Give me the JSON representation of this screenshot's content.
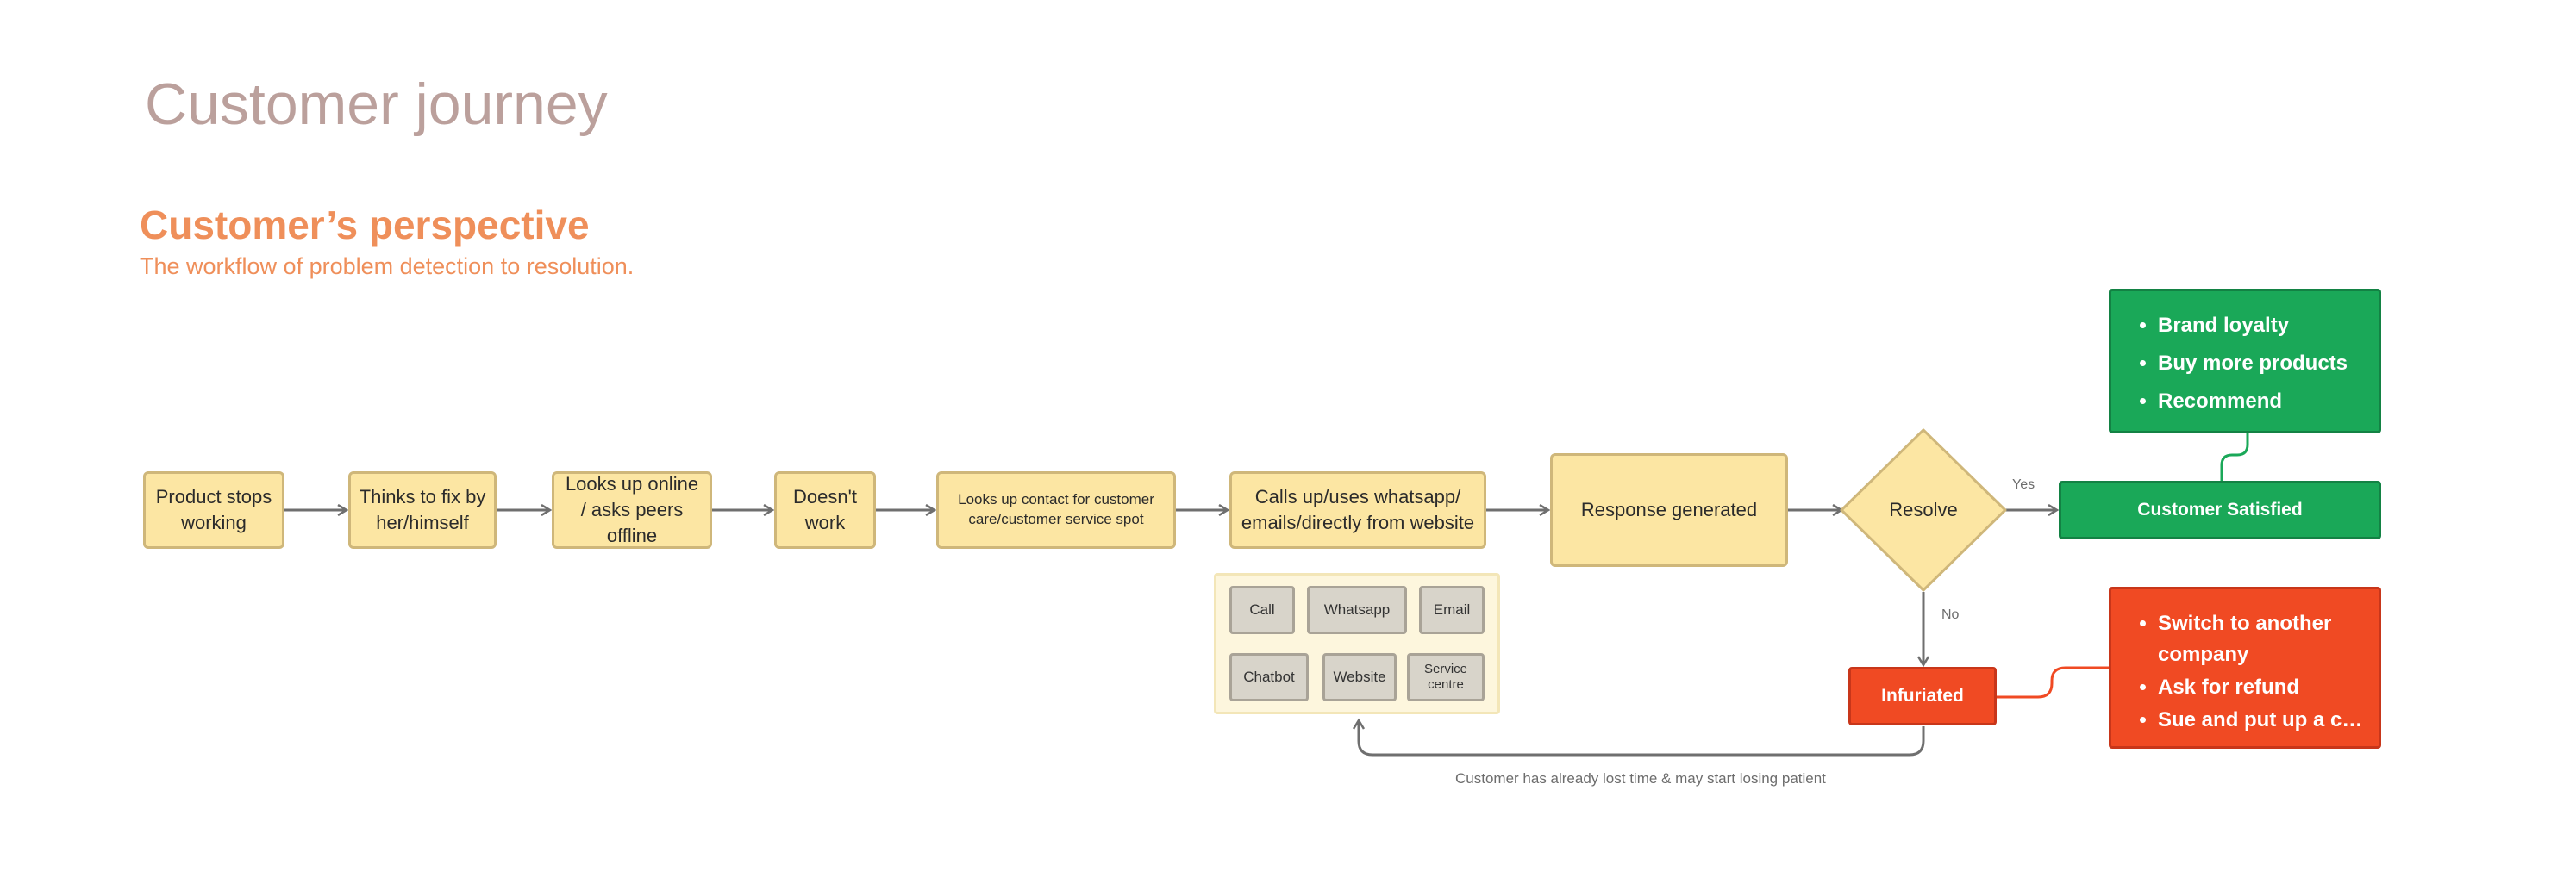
{
  "page": {
    "title": "Customer journey"
  },
  "section": {
    "title": "Customer’s perspective",
    "subtitle": "The workflow of problem detection to resolution."
  },
  "flow": {
    "step1": "Product stops working",
    "step2": "Thinks to fix by her/himself",
    "step3": "Looks up online / asks peers offline",
    "step4": "Doesn't work",
    "step5": "Looks up contact for customer care/customer service spot",
    "step6": "Calls up/uses whatsapp/ emails/directly from website",
    "step7": "Response generated",
    "decision": "Resolve"
  },
  "channels": [
    "Call",
    "Whatsapp",
    "Email",
    "Chatbot",
    "Website",
    "Service centre"
  ],
  "outcomes": {
    "yes_label": "Yes",
    "no_label": "No",
    "satisfied": "Customer Satisfied",
    "infuriated": "Infuriated",
    "satisfied_points": [
      "Brand loyalty",
      "Buy more products",
      "Recommend"
    ],
    "infuriated_points": [
      "Switch to another company",
      "Ask for refund",
      "Sue and put up a ca..."
    ]
  },
  "loop_note": "Customer has already lost time & may start losing patient",
  "colors": {
    "node_fill": "#fce6a3",
    "node_border": "#cfb77a",
    "positive": "#1aa858",
    "negative": "#f04a23",
    "title": "#bba09c",
    "accent": "#ef8f5a"
  }
}
